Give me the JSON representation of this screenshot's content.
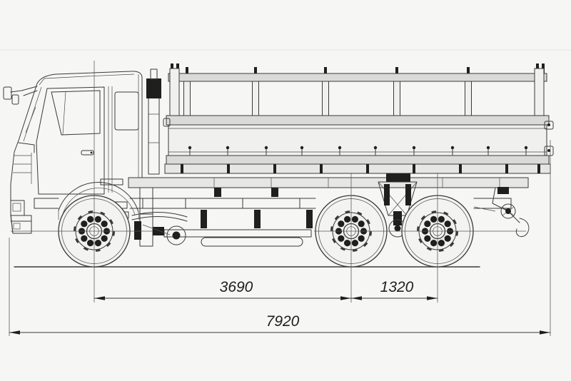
{
  "drawing": {
    "dimension_labels": {
      "front_axle_to_first_rear_axle": "3690",
      "rear_axle_spacing": "1320",
      "overall_length": "7920"
    },
    "colors": {
      "background": "#f6f6f4",
      "line": "#3a3a38",
      "dark_fill": "#1f1f1d",
      "rail_fill": "#dadad8",
      "panel_fill": "#f0f0ee",
      "centerline": "#55554f"
    }
  }
}
